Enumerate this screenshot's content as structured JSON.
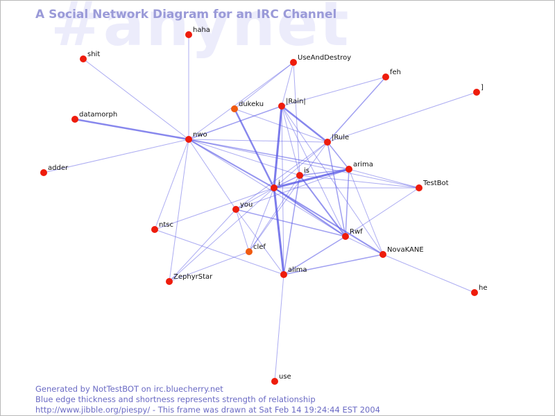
{
  "watermark": "#anynet",
  "title": "A Social Network Diagram for an IRC Channel",
  "footer": {
    "line1": "Generated by NotTestBOT on irc.bluecherry.net",
    "line2": "Blue edge thickness and shortness represents strength of relationship",
    "line3": "http://www.jibble.org/piespy/ - This frame was drawn at Sat Feb 14 19:24:44 EST 2004"
  },
  "colors": {
    "edge": "#5a5ae6",
    "node": "#ee1c0c",
    "node_active": "#f05a10",
    "title": "#9a9ad8",
    "watermark": "#ececfb"
  },
  "nodes": [
    {
      "id": "haha",
      "label": "haha"
    },
    {
      "id": "shit",
      "label": "shit"
    },
    {
      "id": "UseAndDestroy",
      "label": "UseAndDestroy"
    },
    {
      "id": "feh",
      "label": "feh"
    },
    {
      "id": "]",
      "label": "]"
    },
    {
      "id": "dukeku",
      "label": "dukeku",
      "active": true
    },
    {
      "id": "|Rain|",
      "label": "|Rain|"
    },
    {
      "id": "datamorph",
      "label": "datamorph"
    },
    {
      "id": "nwo",
      "label": "nwo"
    },
    {
      "id": "|Rule",
      "label": "|Rule"
    },
    {
      "id": "adder",
      "label": "adder"
    },
    {
      "id": "arima",
      "label": "arima"
    },
    {
      "id": "is",
      "label": "is"
    },
    {
      "id": "i",
      "label": "i"
    },
    {
      "id": "TestBot",
      "label": "TestBot"
    },
    {
      "id": "you",
      "label": "you"
    },
    {
      "id": "ntsc",
      "label": "ntsc"
    },
    {
      "id": "Rwf",
      "label": "Rwf"
    },
    {
      "id": "clef",
      "label": "clef",
      "active": true
    },
    {
      "id": "NovaKANE",
      "label": "NovaKANE"
    },
    {
      "id": "alima",
      "label": "alima"
    },
    {
      "id": "ZephyrStar",
      "label": "ZephyrStar"
    },
    {
      "id": "he",
      "label": "he"
    },
    {
      "id": "use",
      "label": "use"
    }
  ],
  "edges": [
    [
      "nwo",
      "haha",
      1
    ],
    [
      "nwo",
      "shit",
      1
    ],
    [
      "nwo",
      "datamorph",
      2.5
    ],
    [
      "nwo",
      "adder",
      1
    ],
    [
      "nwo",
      "|Rain|",
      1.5
    ],
    [
      "nwo",
      "|Rule",
      1
    ],
    [
      "nwo",
      "arima",
      1.5
    ],
    [
      "nwo",
      "i",
      2
    ],
    [
      "nwo",
      "is",
      1
    ],
    [
      "nwo",
      "TestBot",
      1
    ],
    [
      "nwo",
      "Rwf",
      1
    ],
    [
      "nwo",
      "you",
      1
    ],
    [
      "nwo",
      "ntsc",
      1
    ],
    [
      "nwo",
      "ZephyrStar",
      1
    ],
    [
      "nwo",
      "UseAndDestroy",
      1
    ],
    [
      "dukeku",
      "UseAndDestroy",
      1
    ],
    [
      "dukeku",
      "i",
      2.5
    ],
    [
      "dukeku",
      "|Rule",
      1
    ],
    [
      "|Rain|",
      "UseAndDestroy",
      1
    ],
    [
      "|Rain|",
      "feh",
      1
    ],
    [
      "|Rain|",
      "i",
      3
    ],
    [
      "|Rain|",
      "|Rule",
      2.5
    ],
    [
      "|Rain|",
      "is",
      1
    ],
    [
      "|Rain|",
      "alima",
      1
    ],
    [
      "|Rain|",
      "NovaKANE",
      1
    ],
    [
      "|Rain|",
      "Rwf",
      1
    ],
    [
      "|Rule",
      "feh",
      1.5
    ],
    [
      "|Rule",
      "]",
      1
    ],
    [
      "|Rule",
      "arima",
      1.5
    ],
    [
      "|Rule",
      "Rwf",
      1.5
    ],
    [
      "|Rule",
      "i",
      1
    ],
    [
      "|Rule",
      "clef",
      1
    ],
    [
      "|Rule",
      "you",
      1
    ],
    [
      "arima",
      "i",
      3
    ],
    [
      "arima",
      "is",
      1.5
    ],
    [
      "arima",
      "TestBot",
      1
    ],
    [
      "arima",
      "NovaKANE",
      1
    ],
    [
      "arima",
      "you",
      1
    ],
    [
      "arima",
      "Rwf",
      1.5
    ],
    [
      "is",
      "i",
      1.5
    ],
    [
      "is",
      "Rwf",
      2
    ],
    [
      "is",
      "alima",
      1.5
    ],
    [
      "is",
      "TestBot",
      1
    ],
    [
      "is",
      "clef",
      1
    ],
    [
      "i",
      "TestBot",
      1
    ],
    [
      "i",
      "Rwf",
      2
    ],
    [
      "i",
      "NovaKANE",
      2
    ],
    [
      "i",
      "alima",
      3
    ],
    [
      "i",
      "you",
      1
    ],
    [
      "i",
      "ntsc",
      1
    ],
    [
      "i",
      "ZephyrStar",
      1
    ],
    [
      "i",
      "clef",
      1
    ],
    [
      "TestBot",
      "Rwf",
      1
    ],
    [
      "you",
      "Rwf",
      1.5
    ],
    [
      "you",
      "clef",
      1
    ],
    [
      "you",
      "ZephyrStar",
      1
    ],
    [
      "you",
      "alima",
      1
    ],
    [
      "ntsc",
      "alima",
      1
    ],
    [
      "Rwf",
      "alima",
      1.5
    ],
    [
      "Rwf",
      "NovaKANE",
      1
    ],
    [
      "NovaKANE",
      "alima",
      1.5
    ],
    [
      "NovaKANE",
      "he",
      1
    ],
    [
      "clef",
      "ZephyrStar",
      1
    ],
    [
      "alima",
      "use",
      1
    ],
    [
      "UseAndDestroy",
      "is",
      1
    ]
  ]
}
